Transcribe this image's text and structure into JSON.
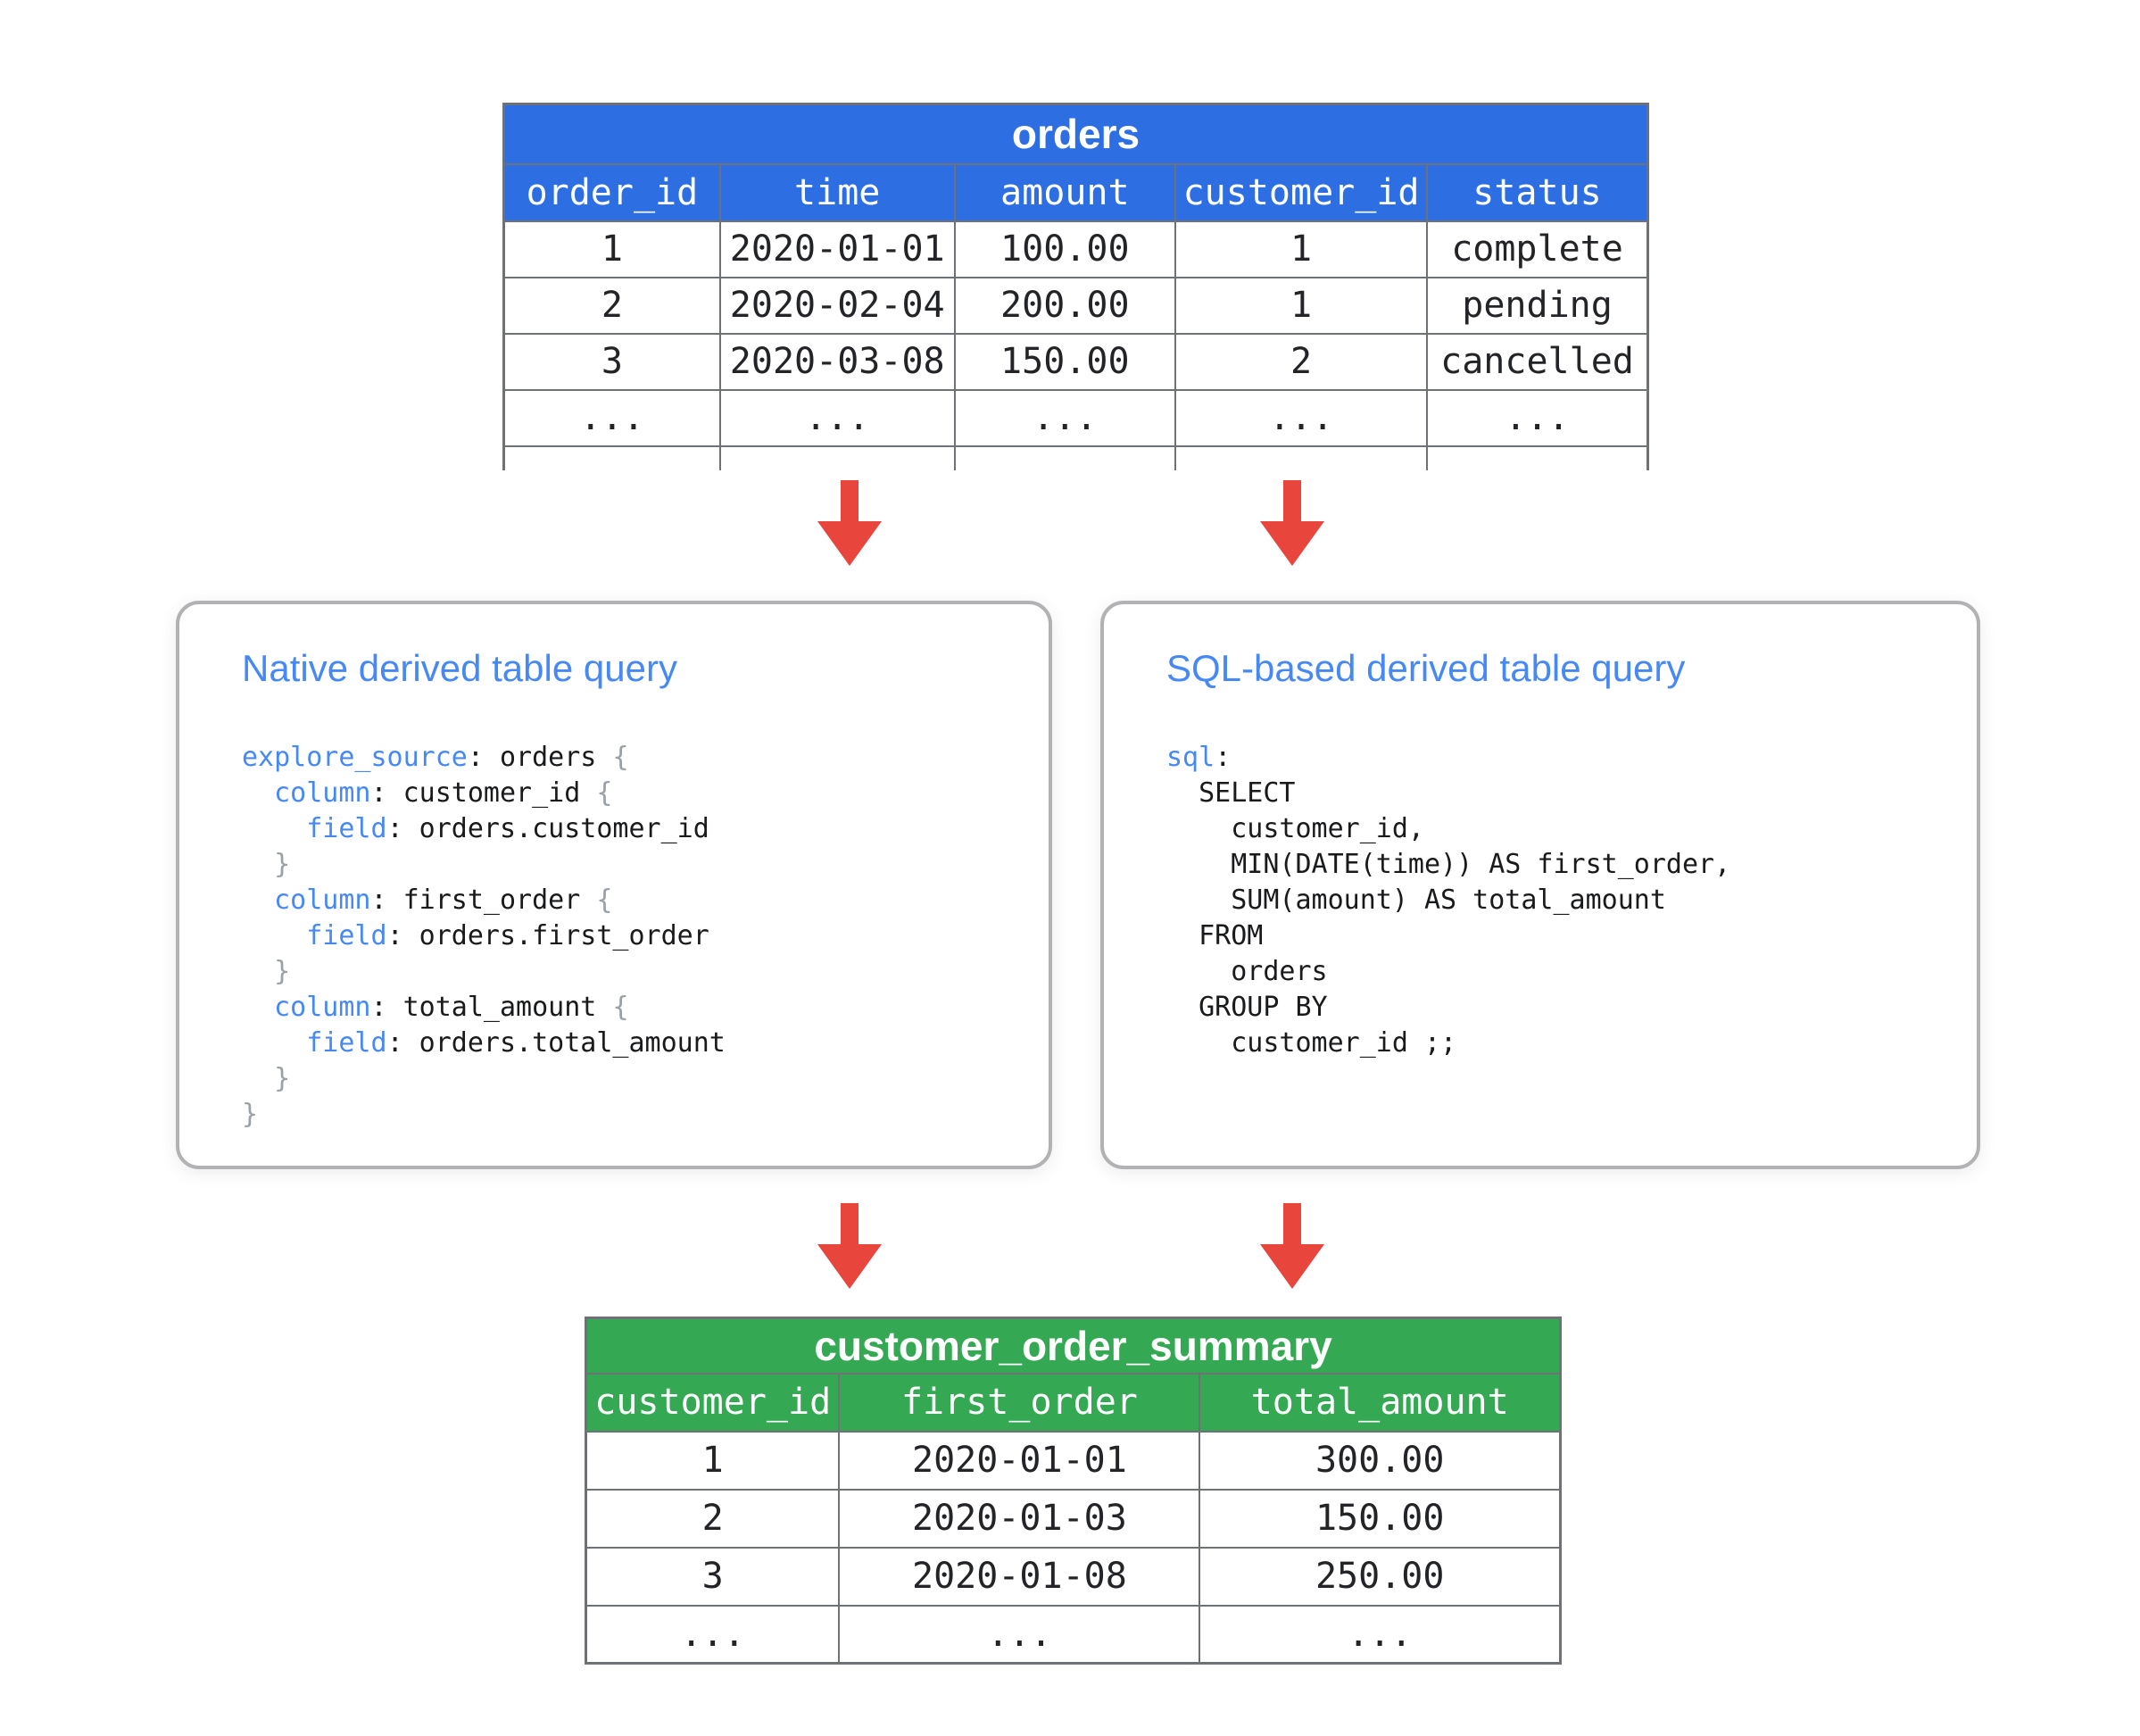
{
  "colors": {
    "table_header_blue": "#2d6fe2",
    "table_header_green": "#34a853",
    "arrow_red": "#e8463c",
    "table_border_gray": "#6e7276",
    "card_border_gray": "#b2b2b5",
    "title_blue": "#4789f4",
    "code_keyword_blue": "#4789f4",
    "code_brace_gray": "#9aa0a6",
    "cell_text": "#222427"
  },
  "orders_table": {
    "title": "orders",
    "columns": [
      "order_id",
      "time",
      "amount",
      "customer_id",
      "status"
    ],
    "col_widths_pct": [
      18.9,
      20.5,
      19.3,
      22.0,
      19.3
    ],
    "rows": [
      [
        "1",
        "2020-01-01",
        "100.00",
        "1",
        "complete"
      ],
      [
        "2",
        "2020-02-04",
        "200.00",
        "1",
        "pending"
      ],
      [
        "3",
        "2020-03-08",
        "150.00",
        "2",
        "cancelled"
      ],
      [
        "...",
        "...",
        "...",
        "...",
        "..."
      ]
    ],
    "truncated_bottom": true
  },
  "native_query_box": {
    "title": "Native derived table query",
    "code": [
      [
        [
          "kw",
          "explore_source"
        ],
        [
          "p",
          ": orders "
        ],
        [
          "br",
          "{"
        ]
      ],
      [
        [
          "p",
          "  "
        ],
        [
          "kw",
          "column"
        ],
        [
          "p",
          ": customer_id "
        ],
        [
          "br",
          "{"
        ]
      ],
      [
        [
          "p",
          "    "
        ],
        [
          "kw",
          "field"
        ],
        [
          "p",
          ": orders.customer_id"
        ]
      ],
      [
        [
          "p",
          "  "
        ],
        [
          "br",
          "}"
        ]
      ],
      [
        [
          "p",
          "  "
        ],
        [
          "kw",
          "column"
        ],
        [
          "p",
          ": first_order "
        ],
        [
          "br",
          "{"
        ]
      ],
      [
        [
          "p",
          "    "
        ],
        [
          "kw",
          "field"
        ],
        [
          "p",
          ": orders.first_order"
        ]
      ],
      [
        [
          "p",
          "  "
        ],
        [
          "br",
          "}"
        ]
      ],
      [
        [
          "p",
          "  "
        ],
        [
          "kw",
          "column"
        ],
        [
          "p",
          ": total_amount "
        ],
        [
          "br",
          "{"
        ]
      ],
      [
        [
          "p",
          "    "
        ],
        [
          "kw",
          "field"
        ],
        [
          "p",
          ": orders.total_amount"
        ]
      ],
      [
        [
          "p",
          "  "
        ],
        [
          "br",
          "}"
        ]
      ],
      [
        [
          "br",
          "}"
        ]
      ]
    ]
  },
  "sql_query_box": {
    "title": "SQL-based derived table query",
    "code": [
      [
        [
          "kw",
          "sql"
        ],
        [
          "p",
          ":"
        ]
      ],
      [
        [
          "p",
          "  SELECT"
        ]
      ],
      [
        [
          "p",
          "    customer_id,"
        ]
      ],
      [
        [
          "p",
          "    MIN(DATE(time)) AS first_order,"
        ]
      ],
      [
        [
          "p",
          "    SUM(amount) AS total_amount"
        ]
      ],
      [
        [
          "p",
          "  FROM"
        ]
      ],
      [
        [
          "p",
          "    orders"
        ]
      ],
      [
        [
          "p",
          "  GROUP BY"
        ]
      ],
      [
        [
          "p",
          "    customer_id ;;"
        ]
      ]
    ]
  },
  "summary_table": {
    "title": "customer_order_summary",
    "columns": [
      "customer_id",
      "first_order",
      "total_amount"
    ],
    "col_widths_pct": [
      26.0,
      37.0,
      37.0
    ],
    "rows": [
      [
        "1",
        "2020-01-01",
        "300.00"
      ],
      [
        "2",
        "2020-01-03",
        "150.00"
      ],
      [
        "3",
        "2020-01-08",
        "250.00"
      ],
      [
        "...",
        "...",
        "..."
      ]
    ]
  }
}
